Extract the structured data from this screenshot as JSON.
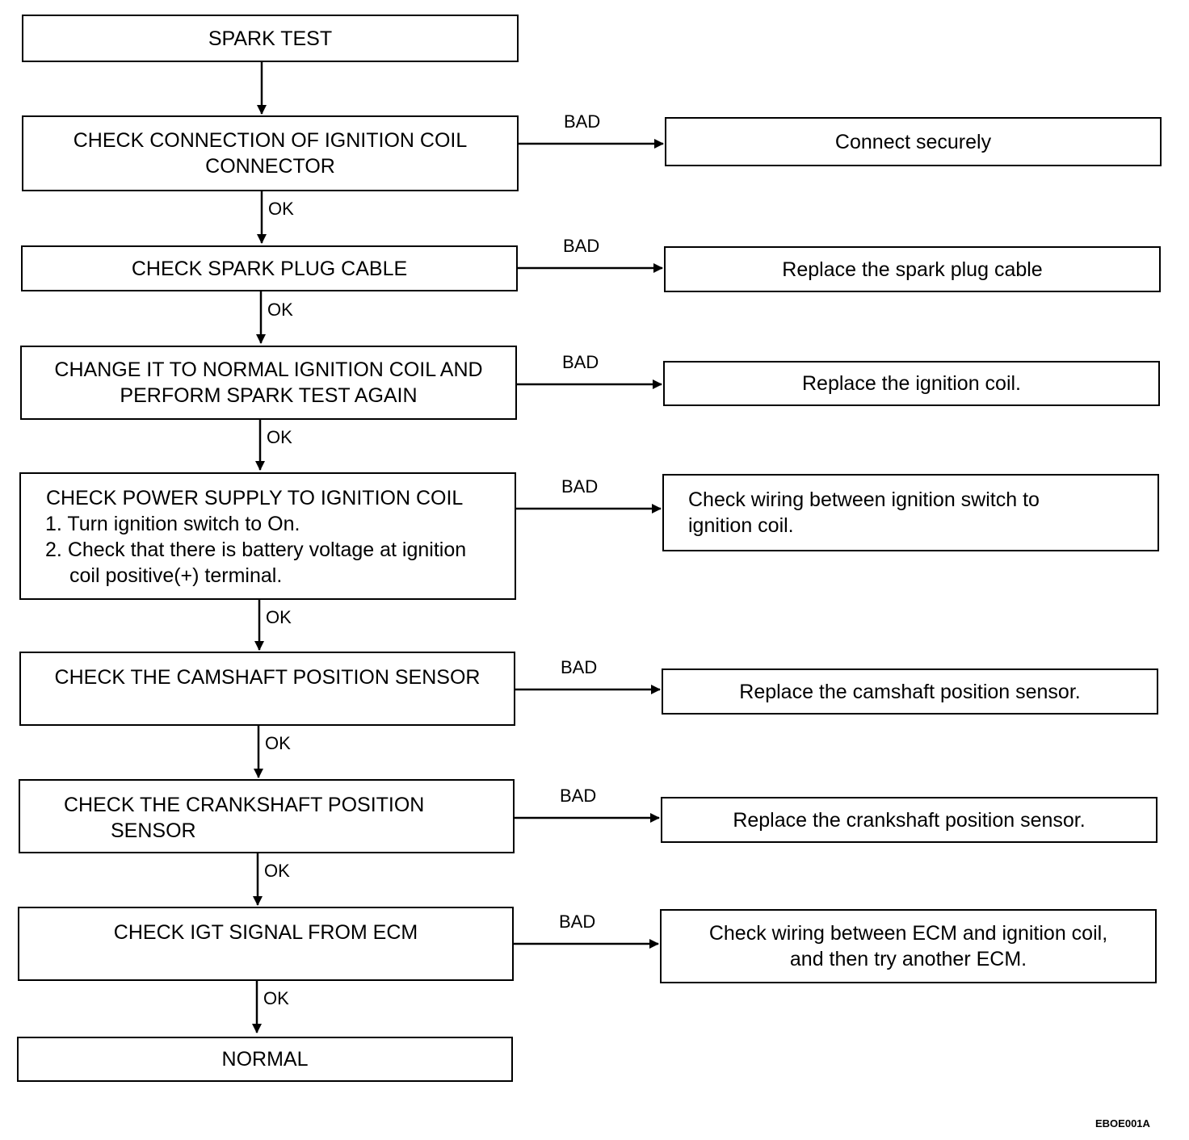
{
  "steps": {
    "spark_test": "SPARK TEST",
    "check_connection": [
      "CHECK CONNECTION OF IGNITION COIL",
      "CONNECTOR"
    ],
    "check_spark_plug_cable": "CHECK SPARK PLUG CABLE",
    "change_coil": [
      "CHANGE IT TO NORMAL IGNITION COIL AND",
      "PERFORM SPARK TEST AGAIN"
    ],
    "check_power_supply": {
      "title": "CHECK POWER SUPPLY TO IGNITION COIL",
      "item1_num": "1.",
      "item1_text": "Turn ignition switch to On.",
      "item2_num": "2.",
      "item2_text": [
        "Check that there is battery voltage at ignition",
        "coil positive(+) terminal."
      ]
    },
    "check_camshaft": "CHECK THE CAMSHAFT POSITION SENSOR",
    "check_crankshaft": [
      "CHECK THE CRANKSHAFT POSITION",
      "SENSOR"
    ],
    "check_igt": "CHECK IGT SIGNAL FROM ECM",
    "normal": "NORMAL"
  },
  "remedies": {
    "connect_securely": "Connect securely",
    "replace_cable": "Replace the spark plug cable",
    "replace_coil": "Replace the ignition coil.",
    "check_wiring_switch": [
      "Check wiring between ignition switch to",
      "ignition coil."
    ],
    "replace_camshaft": "Replace the camshaft position sensor.",
    "replace_crankshaft": "Replace the crankshaft position sensor.",
    "check_wiring_ecm": [
      "Check wiring between ECM and ignition coil,",
      "and then try another ECM."
    ]
  },
  "labels": {
    "ok": "OK",
    "bad": "BAD"
  },
  "figure_code": "EBOE001A"
}
